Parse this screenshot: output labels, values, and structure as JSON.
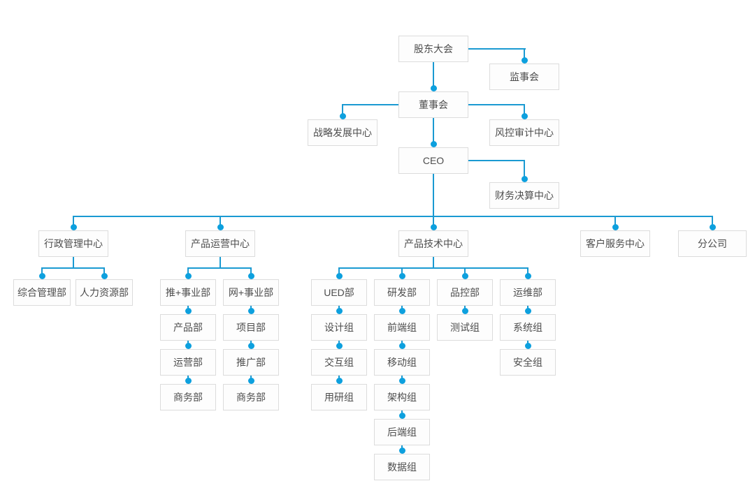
{
  "diagram": {
    "type": "org-chart",
    "colors": {
      "line": "#1a9ad2",
      "dot": "#0da0de",
      "box_border": "#dcdcdc",
      "box_bg": "#fdfdfd",
      "text": "#4d4d4d",
      "background": "#ffffff"
    },
    "nodes": [
      {
        "id": "shareholders-meeting",
        "label": "股东大会",
        "parent": null
      },
      {
        "id": "supervisory-board",
        "label": "监事会",
        "parent": "shareholders-meeting"
      },
      {
        "id": "board-of-directors",
        "label": "董事会",
        "parent": "shareholders-meeting"
      },
      {
        "id": "strategy-development-center",
        "label": "战略发展中心",
        "parent": "board-of-directors"
      },
      {
        "id": "risk-audit-center",
        "label": "风控审计中心",
        "parent": "board-of-directors"
      },
      {
        "id": "ceo",
        "label": "CEO",
        "parent": "board-of-directors"
      },
      {
        "id": "finance-settlement-center",
        "label": "财务决算中心",
        "parent": "ceo"
      },
      {
        "id": "admin-management-center",
        "label": "行政管理中心",
        "parent": "ceo"
      },
      {
        "id": "general-management-dept",
        "label": "综合管理部",
        "parent": "admin-management-center"
      },
      {
        "id": "human-resources-dept",
        "label": "人力资源部",
        "parent": "admin-management-center"
      },
      {
        "id": "product-operations-center",
        "label": "产品运营中心",
        "parent": "ceo"
      },
      {
        "id": "tui-business-unit",
        "label": "推+事业部",
        "parent": "product-operations-center"
      },
      {
        "id": "wang-business-unit",
        "label": "网+事业部",
        "parent": "product-operations-center"
      },
      {
        "id": "product-dept",
        "label": "产品部",
        "parent": "tui-business-unit"
      },
      {
        "id": "operations-dept",
        "label": "运营部",
        "parent": "product-dept"
      },
      {
        "id": "business-dept-tui",
        "label": "商务部",
        "parent": "operations-dept"
      },
      {
        "id": "project-dept",
        "label": "项目部",
        "parent": "wang-business-unit"
      },
      {
        "id": "promotion-dept",
        "label": "推广部",
        "parent": "project-dept"
      },
      {
        "id": "business-dept-wang",
        "label": "商务部",
        "parent": "promotion-dept"
      },
      {
        "id": "product-technology-center",
        "label": "产品技术中心",
        "parent": "ceo"
      },
      {
        "id": "ued-dept",
        "label": "UED部",
        "parent": "product-technology-center"
      },
      {
        "id": "design-group",
        "label": "设计组",
        "parent": "ued-dept"
      },
      {
        "id": "interaction-group",
        "label": "交互组",
        "parent": "design-group"
      },
      {
        "id": "user-research-group",
        "label": "用研组",
        "parent": "interaction-group"
      },
      {
        "id": "rd-dept",
        "label": "研发部",
        "parent": "product-technology-center"
      },
      {
        "id": "frontend-group",
        "label": "前端组",
        "parent": "rd-dept"
      },
      {
        "id": "mobile-group",
        "label": "移动组",
        "parent": "frontend-group"
      },
      {
        "id": "architecture-group",
        "label": "架构组",
        "parent": "mobile-group"
      },
      {
        "id": "backend-group",
        "label": "后端组",
        "parent": "architecture-group"
      },
      {
        "id": "data-group",
        "label": "数据组",
        "parent": "backend-group"
      },
      {
        "id": "quality-control-dept",
        "label": "品控部",
        "parent": "product-technology-center"
      },
      {
        "id": "testing-group",
        "label": "测试组",
        "parent": "quality-control-dept"
      },
      {
        "id": "om-dept",
        "label": "运维部",
        "parent": "product-technology-center"
      },
      {
        "id": "system-group",
        "label": "系统组",
        "parent": "om-dept"
      },
      {
        "id": "security-group",
        "label": "安全组",
        "parent": "system-group"
      },
      {
        "id": "customer-service-center",
        "label": "客户服务中心",
        "parent": "ceo"
      },
      {
        "id": "branch-company",
        "label": "分公司",
        "parent": "ceo"
      }
    ]
  }
}
